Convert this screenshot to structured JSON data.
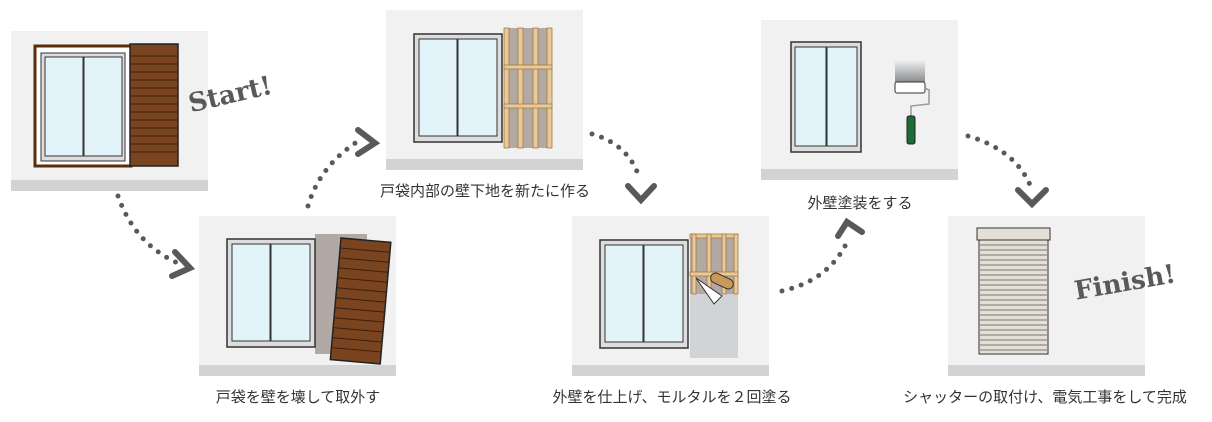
{
  "steps": [
    {
      "caption": ""
    },
    {
      "caption": "戸袋を壁を壊して取外す"
    },
    {
      "caption": "戸袋内部の壁下地を新たに作る"
    },
    {
      "caption": "外壁を仕上げ、モルタルを２回塗る"
    },
    {
      "caption": "外壁塗装をする"
    },
    {
      "caption": "シャッターの取付け、電気工事をして完成"
    }
  ],
  "labels": {
    "start": "Start!",
    "finish": "Finish!"
  },
  "colors": {
    "panel": "#f1f1f1",
    "band": "#d1d3d4",
    "glass": "#e3f3fa",
    "wood": "#7b4420",
    "timber": "#e8c99a",
    "arrow": "#58595b"
  }
}
